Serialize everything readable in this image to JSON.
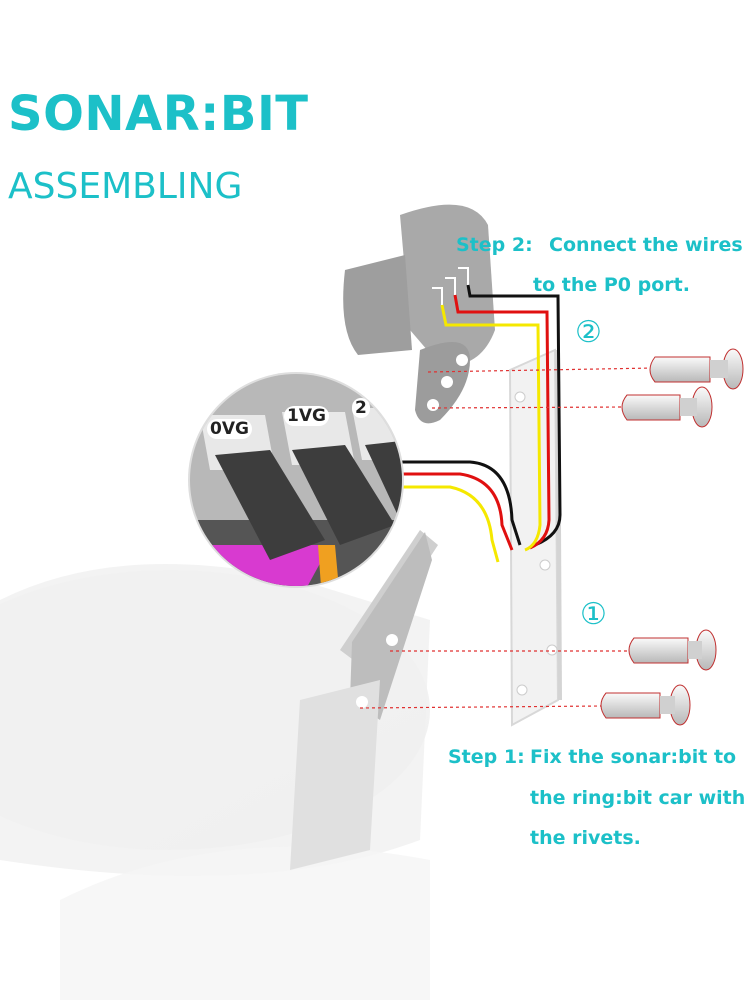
{
  "header": {
    "title": "SONAR:BIT",
    "subtitle": "ASSEMBLING"
  },
  "step2": {
    "marker": "②",
    "label": "Step 2:",
    "line1": "Connect the wires",
    "line2": "to the P0 port."
  },
  "step1": {
    "marker": "①",
    "label": "Step 1:",
    "line1": "Fix the sonar:bit to",
    "line2": "the ring:bit car with",
    "line3": "the rivets."
  },
  "pins": [
    "0VG",
    "1VG",
    "2"
  ],
  "colors": {
    "accent": "#1cc0c8",
    "wire_black": "#111111",
    "wire_red": "#e01010",
    "wire_yellow": "#f5e800",
    "guide_line": "#e03030",
    "board_magenta": "#d83ad0"
  },
  "icons": [
    "sonar-module-icon",
    "rivet-icon",
    "bracket-icon",
    "port-closeup-icon"
  ]
}
